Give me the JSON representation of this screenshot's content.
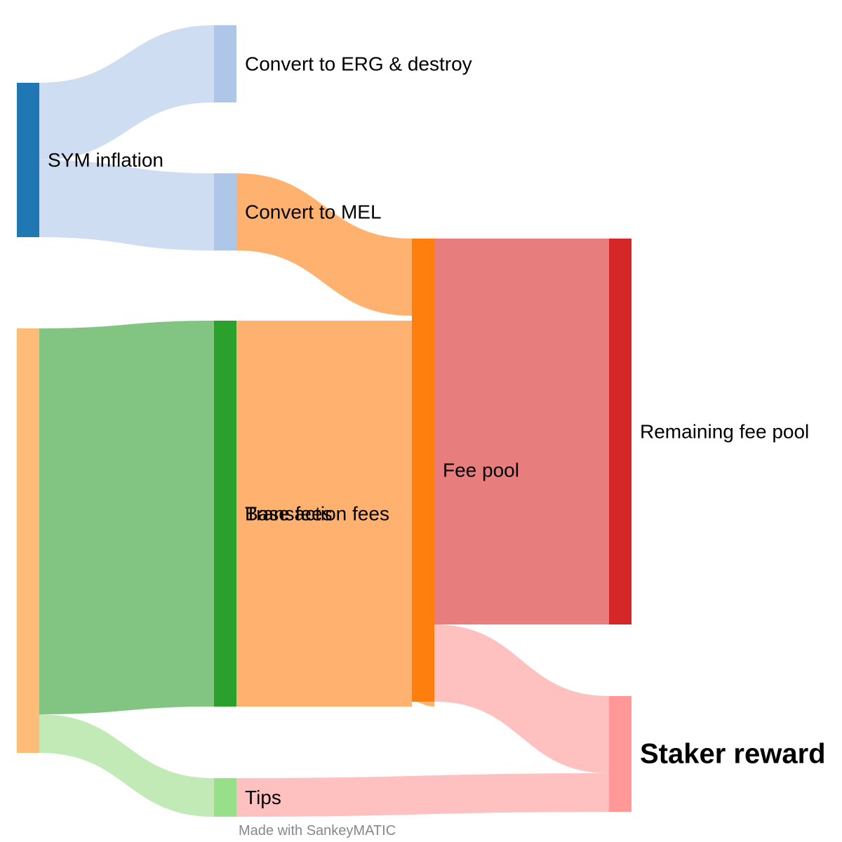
{
  "chart_data": {
    "type": "sankey",
    "credit": "Made with SankeyMATIC",
    "nodes": [
      {
        "id": "sym",
        "label": "SYM inflation",
        "color": "#1f77b4"
      },
      {
        "id": "txfees",
        "label": "",
        "color": "#ffbb78"
      },
      {
        "id": "erg",
        "label": "Convert to ERG & destroy",
        "color": "#aec7e8"
      },
      {
        "id": "mel",
        "label": "Convert to MEL",
        "color": "#aec7e8"
      },
      {
        "id": "tx",
        "label": "Transaction fees",
        "color": "#2ca02c"
      },
      {
        "id": "tips",
        "label": "Tips",
        "color": "#98df8a"
      },
      {
        "id": "base",
        "label": "Base fees",
        "color": "#ffbb78"
      },
      {
        "id": "pool",
        "label": "Fee pool",
        "color": "#ff7f0e"
      },
      {
        "id": "remaining",
        "label": "Remaining fee pool",
        "color": "#d62728"
      },
      {
        "id": "staker",
        "label": "Staker reward",
        "color": "#ff9896",
        "emphasis": true
      }
    ],
    "links": [
      {
        "source": "sym",
        "target": "erg",
        "value": 1,
        "color": "#cfddf2"
      },
      {
        "source": "sym",
        "target": "mel",
        "value": 1,
        "color": "#cfddf2"
      },
      {
        "source": "txfees",
        "target": "tx",
        "value": 5,
        "color": "#82c582"
      },
      {
        "source": "txfees",
        "target": "tips",
        "value": 0.5,
        "color": "#c1eab6"
      },
      {
        "source": "mel",
        "target": "pool",
        "value": 1,
        "color": "#ffb26f"
      },
      {
        "source": "tx",
        "target": "base",
        "value": 5,
        "color": "#ffb26f"
      },
      {
        "source": "base",
        "target": "pool",
        "value": 5,
        "color": "#ffb26f"
      },
      {
        "source": "pool",
        "target": "remaining",
        "value": 5,
        "color": "#e77d7d"
      },
      {
        "source": "pool",
        "target": "staker",
        "value": 1,
        "color": "#ffc0c0"
      },
      {
        "source": "tips",
        "target": "staker",
        "value": 0.5,
        "color": "#ffc0c0"
      }
    ]
  }
}
